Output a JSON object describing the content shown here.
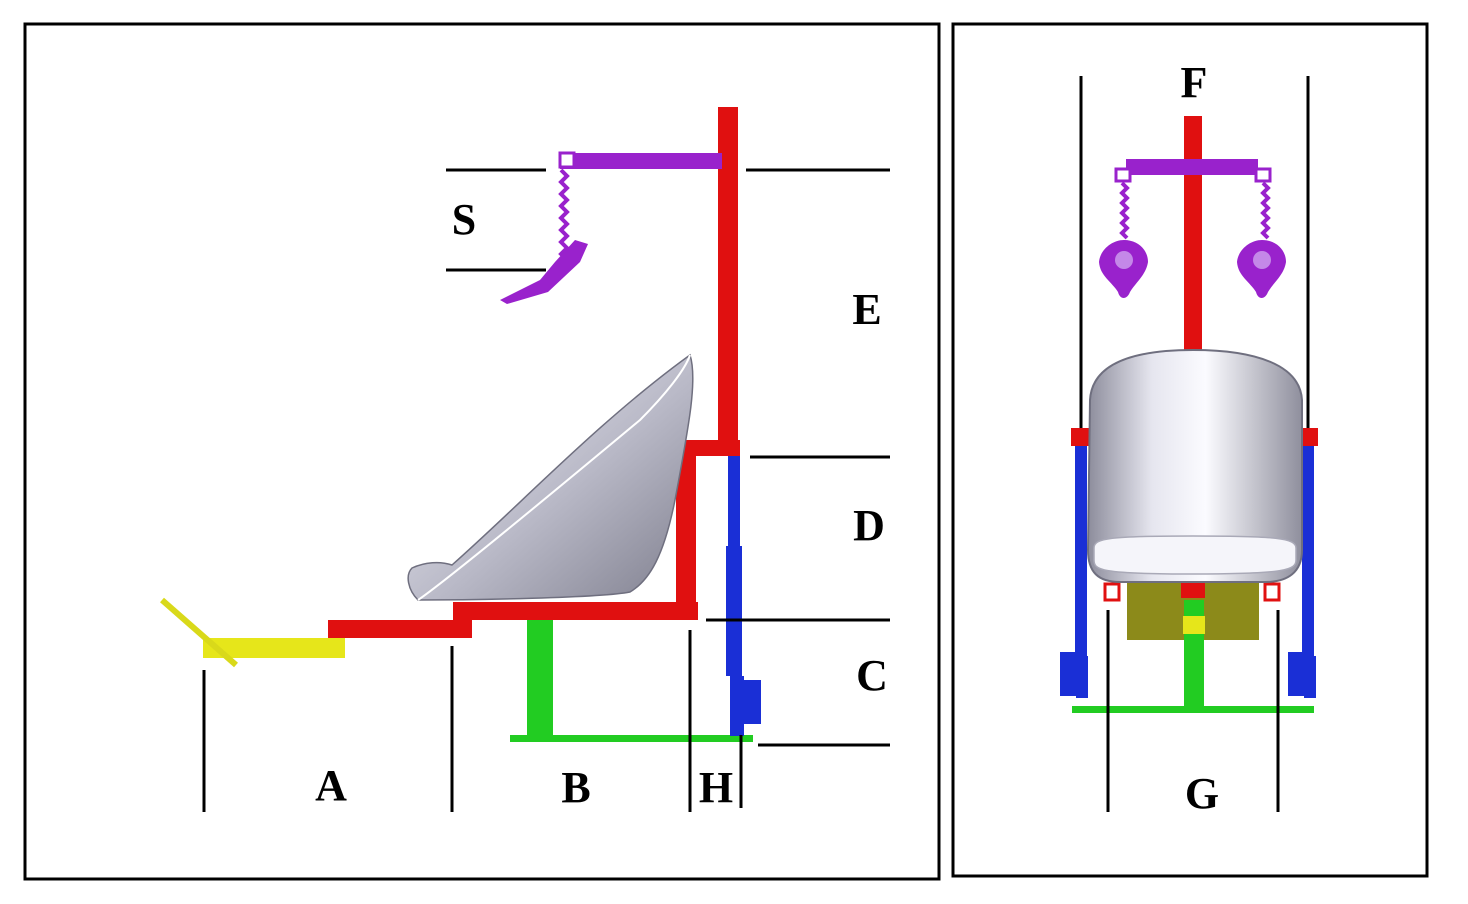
{
  "side_view": {
    "labels": {
      "a": "A",
      "b": "B",
      "h": "H",
      "c": "C",
      "d": "D",
      "e": "E",
      "s": "S"
    }
  },
  "front_view": {
    "labels": {
      "f": "F",
      "g": "G"
    }
  },
  "colors": {
    "frame": "#e01010",
    "seat_light": "#f2f2f8",
    "seat_dark": "#8c8c99",
    "footrest": "#e6e61a",
    "pedestal": "#22cc22",
    "actuator": "#1a2fd6",
    "headrest": "#9922cc",
    "base_block": "#8c8a1a"
  }
}
